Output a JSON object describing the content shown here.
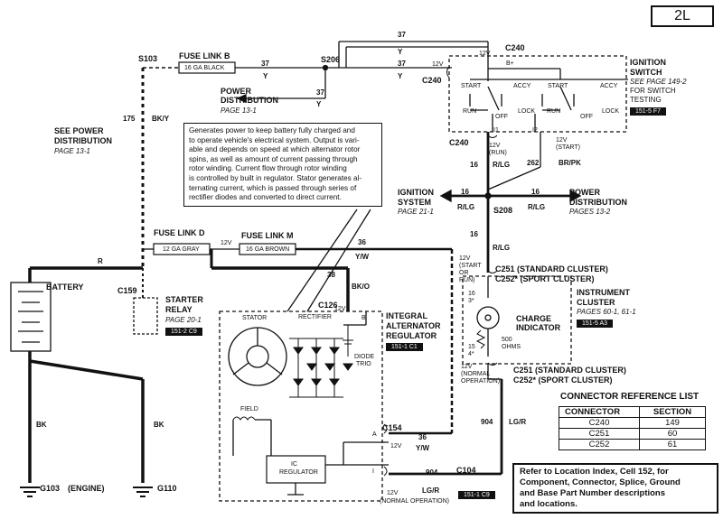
{
  "page_id": "2L",
  "description": "Generates power to keep battery fully charged and\nto operate vehicle's electrical system.  Output is vari-\nable and depends on speed at which alternator rotor\nspins, as well as amount of current passing through\nrotor winding.  Current flow through rotor winding\nis controlled by built in regulator.  Stator generates al-\nternating current, which is passed through series of\nrectifier diodes and converted to direct current.",
  "fuse_links": {
    "b": {
      "label": "FUSE LINK B",
      "gauge": "16 GA BLACK"
    },
    "d": {
      "label": "FUSE LINK D",
      "gauge": "12 GA GRAY"
    },
    "m": {
      "label": "FUSE LINK M",
      "gauge": "16 GA BROWN"
    }
  },
  "splices": {
    "s103": "S103",
    "s206": "S206",
    "s208": "S208"
  },
  "power_distribution_top": {
    "title_1": "POWER",
    "title_2": "DISTRIBUTION",
    "page": "PAGE 13-1"
  },
  "see_power_distribution": {
    "line_1": "SEE POWER",
    "line_2": "DISTRIBUTION",
    "page": "PAGE 13-1"
  },
  "ignition_switch": {
    "title_1": "IGNITION",
    "title_2": "SWITCH",
    "see_1": "SEE PAGE 149-2",
    "see_2": "FOR SWITCH",
    "see_3": "TESTING",
    "ref": "151-5  F7",
    "connector": "C240",
    "b_plus": "B+",
    "twelve_v": "12V",
    "start_l": "START",
    "accy_l": "ACCY",
    "run_l": "RUN",
    "off_l": "OFF",
    "lock_l": "LOCK",
    "start_r": "START",
    "accy_r": "ACCY",
    "run_r": "RUN",
    "off_r": "OFF",
    "lock_r": "LOCK",
    "pin_i1": "I1",
    "pin_i2": "I2"
  },
  "ignition_system": {
    "line_1": "IGNITION",
    "line_2": "SYSTEM",
    "page": "PAGE 21-1"
  },
  "power_distribution_right": {
    "line_1": "POWER",
    "line_2": "DISTRIBUTION",
    "page": "PAGES 13-2"
  },
  "battery": {
    "label": "BATTERY"
  },
  "starter_relay": {
    "connector": "C159",
    "line_1": "STARTER",
    "line_2": "RELAY",
    "page": "PAGE 20-1",
    "ref": "151-2  C9"
  },
  "alternator": {
    "connector": "C126",
    "title_1": "INTEGRAL",
    "title_2": "ALTERNATOR",
    "title_3": "REGULATOR",
    "ref": "151-1  C1",
    "stator": "STATOR",
    "rectifier": "RECTIFIER",
    "diode_1": "DIODE",
    "diode_2": "TRIO",
    "field": "FIELD",
    "ic_1": "IC",
    "ic_2": "REGULATOR",
    "pin_b": "B",
    "pin_a": "A",
    "pin_i": "I",
    "c154": "C154",
    "c104": "C104",
    "c104_ref": "151-1  C9",
    "v12": "12V",
    "v12_b": "12V",
    "v12_normal": "12V",
    "normal_op": "(NORMAL OPERATION)"
  },
  "instrument_cluster": {
    "c251_top": "C251 (STANDARD CLUSTER)",
    "c252_top": "C252* (SPORT CLUSTER)",
    "title_1": "INSTRUMENT",
    "title_2": "CLUSTER",
    "pages": "PAGES 60-1, 61-1",
    "ref": "151-5  A3",
    "charge_1": "CHARGE",
    "charge_2": "INDICATOR",
    "ohms_1": "500",
    "ohms_2": "OHMS",
    "pin16": "16",
    "pin16s": "3*",
    "pin15": "15",
    "pin15s": "4*",
    "c251_bot": "C251 (STANDARD CLUSTER)",
    "c252_bot": "C252* (SPORT CLUSTER)",
    "v_top_1": "12V",
    "v_top_2": "(START",
    "v_top_3": "OR",
    "v_top_4": "RUN)",
    "v_bot_1": "12V",
    "v_bot_2": "(NORMAL",
    "v_bot_3": "OPERATION)"
  },
  "grounds": {
    "g103": "G103",
    "g103_note": "(ENGINE)",
    "g110": "G110"
  },
  "wires": {
    "w37_a": "37",
    "w37_b": "37",
    "w37_c": "37",
    "w37_d": "37",
    "y_a": "Y",
    "y_b": "Y",
    "y_c": "Y",
    "y_d": "Y",
    "bky": "BK/Y",
    "w175": "175",
    "r_main": "R",
    "w36_a": "36",
    "yw_a": "Y/W",
    "w38": "38",
    "bko": "BK/O",
    "w36_b": "36",
    "yw_b": "Y/W",
    "w904_a": "904",
    "lgr_a": "LG/R",
    "w904_b": "904",
    "lgr_b": "LG/R",
    "w16_a": "16",
    "rlg_a": "R/LG",
    "w262": "262",
    "brpk": "BR/PK",
    "w16_b": "16",
    "rlg_b": "R/LG",
    "w16_c": "16",
    "rlg_c": "R/LG",
    "w16_d": "16",
    "rlg_d": "R/LG",
    "bk_a": "BK",
    "bk_b": "BK",
    "v12_run_1": "12V",
    "v12_run_2": "(RUN)",
    "v12_start_1": "12V",
    "v12_start_2": "(START)",
    "v12_fl": "12V"
  },
  "connector_reference": {
    "title": "CONNECTOR REFERENCE LIST",
    "headers": [
      "CONNECTOR",
      "SECTION"
    ],
    "rows": [
      [
        "C240",
        "149"
      ],
      [
        "C251",
        "60"
      ],
      [
        "C252",
        "61"
      ]
    ]
  },
  "location_note": "Refer to Location Index, Cell 152, for\nComponent, Connector, Splice, Ground\nand Base Part Number descriptions\nand locations."
}
